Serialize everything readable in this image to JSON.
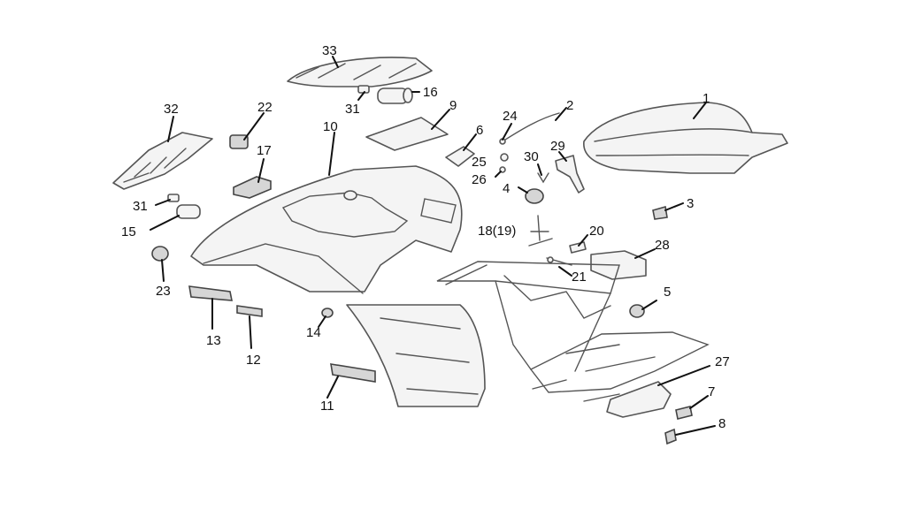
{
  "diagram": {
    "kind": "exploded parts diagram",
    "colors": {
      "line": "#555555",
      "label": "#111111",
      "background": "#ffffff"
    },
    "callouts": {
      "c1": "1",
      "c2": "2",
      "c3": "3",
      "c4": "4",
      "c5": "5",
      "c6": "6",
      "c7": "7",
      "c8": "8",
      "c9": "9",
      "c10": "10",
      "c11": "11",
      "c12": "12",
      "c13": "13",
      "c14": "14",
      "c15": "15",
      "c16": "16",
      "c17": "17",
      "c18": "18(19)",
      "c20": "20",
      "c21": "21",
      "c22": "22",
      "c23": "23",
      "c24": "24",
      "c25": "25",
      "c26": "26",
      "c27": "27",
      "c28": "28",
      "c29": "29",
      "c30": "30",
      "c31a": "31",
      "c31b": "31",
      "c32": "32",
      "c33": "33"
    }
  }
}
